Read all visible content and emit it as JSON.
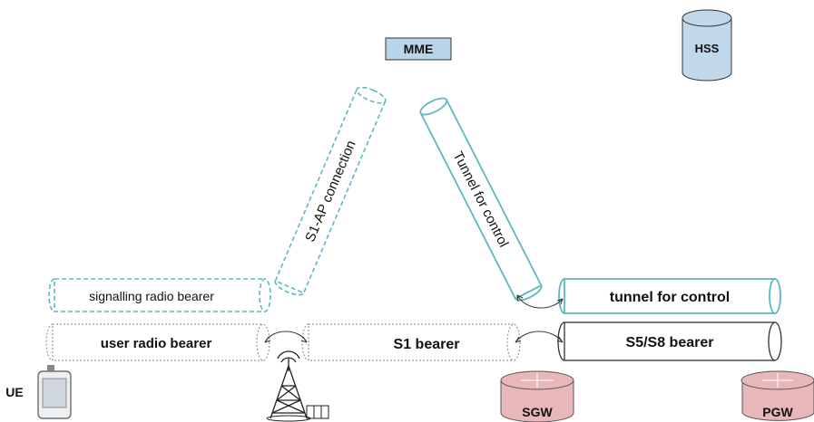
{
  "nodes": {
    "mme": "MME",
    "hss": "HSS",
    "ue": "UE",
    "sgw": "SGW",
    "pgw": "PGW"
  },
  "tunnels": {
    "s1ap": "S1-AP connection",
    "tunnel_control_diag": "Tunnel for control",
    "signalling_radio": "signalling radio bearer",
    "tunnel_control": "tunnel for control",
    "user_radio": "user radio bearer",
    "s1_bearer": "S1 bearer",
    "s5s8": "S5/S8 bearer"
  },
  "colors": {
    "mme_fill": "#b9d5ea",
    "hss_fill": "#c1d8ea",
    "gw_fill": "#e8b7b9",
    "control_stroke": "#5fb7c4",
    "dotted_stroke": "#9a9a9a"
  }
}
